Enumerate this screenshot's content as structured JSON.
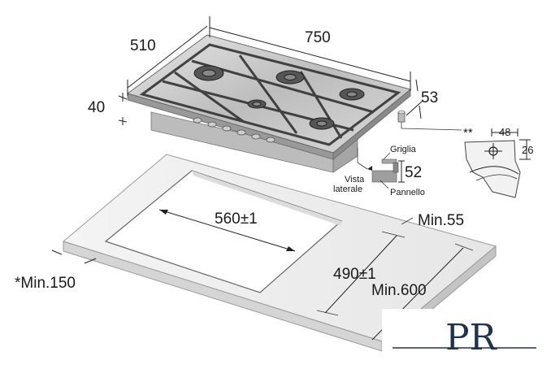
{
  "dimensions": {
    "width": "750",
    "depth": "510",
    "height": "40",
    "side_offset": "53",
    "detail_width": "48",
    "detail_height": "26",
    "detail_marker": "**",
    "side_view_height": "52",
    "cutout_width": "560±1",
    "cutout_depth": "490±1",
    "min_front": "Min.55",
    "min_depth": "Min.600",
    "min_side": "*Min.150"
  },
  "labels": {
    "griglia": "Griglia",
    "vista": "Vista",
    "laterale": "laterale",
    "pannello": "Pannello"
  },
  "logo": {
    "text": "PR"
  }
}
